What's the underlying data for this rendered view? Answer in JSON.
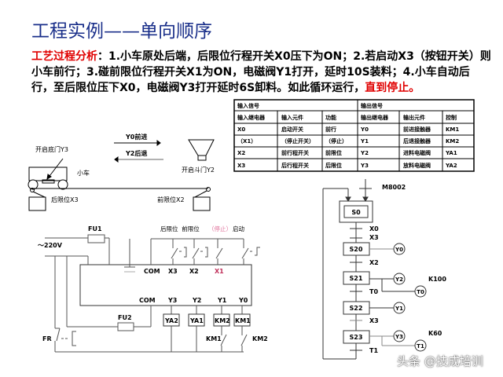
{
  "title": "工程实例——单向顺序",
  "process": {
    "label": "工艺过程分析",
    "colon": "：",
    "text": "1.小车原处后端，后限位行程开关X0压下为ON；2.若启动X3（按钮开关）则小车前行；3.碰前限位行程开关X1为ON，电磁阀Y1打开，延时10S装料；4.小车自动后行，至后限位压下X0，电磁阀Y3打开延时6S卸料。如此循环运行，",
    "end": "直到停止。"
  },
  "io_table": {
    "input_header": "输入信号",
    "output_header": "输出信号",
    "columns": [
      "输入继电器",
      "输入元件",
      "功能",
      "输出继电器",
      "输出元件",
      "控制"
    ],
    "rows": [
      [
        "X0",
        "启动开关",
        "前行",
        "Y0",
        "前进接触器",
        "KM1"
      ],
      [
        "（X1）",
        "（停止开关）",
        "（停止）",
        "Y1",
        "后退接触器",
        "KM2"
      ],
      [
        "X2",
        "前行程开关",
        "前限位",
        "Y2",
        "进料电磁阀",
        "YA1"
      ],
      [
        "X3",
        "后行程开关",
        "后限位",
        "Y3",
        "放料电磁阀",
        "YA2"
      ]
    ]
  },
  "cart_diagram": {
    "forward": "Y0前进",
    "backward": "Y2后退",
    "bottom_door": "开启底门Y3",
    "cart": "小车",
    "hopper_door": "开启斗门Y2",
    "rear_limit": "后限位X3",
    "front_limit": "前限位X2"
  },
  "wiring": {
    "fu1": "FU1",
    "fu2": "FU2",
    "voltage": "～220V",
    "switch_labels": "后限位  前限位",
    "stop": "（停止）",
    "start": "启动",
    "inputs": [
      "COM",
      "X3",
      "X2",
      "X1"
    ],
    "outputs": [
      "COM",
      "Y3",
      "Y2",
      "Y1",
      "Y0"
    ],
    "loads": [
      "YA2",
      "YA1",
      "KM2",
      "KM1"
    ],
    "fr": "FR",
    "interlock_km1": "KM1",
    "interlock_km2": "KM2"
  },
  "sfc": {
    "init": "M8002",
    "steps": [
      "S0",
      "S20",
      "S21",
      "S22",
      "S23"
    ],
    "transitions": [
      "X0",
      "X3",
      "X2",
      "T0",
      "X3",
      "T1"
    ],
    "outputs": [
      "Y0",
      "Y2",
      "T0",
      "Y1",
      "Y3",
      "T1"
    ],
    "k100": "K100",
    "k60": "K60"
  },
  "watermark": "头条 @技成培训"
}
